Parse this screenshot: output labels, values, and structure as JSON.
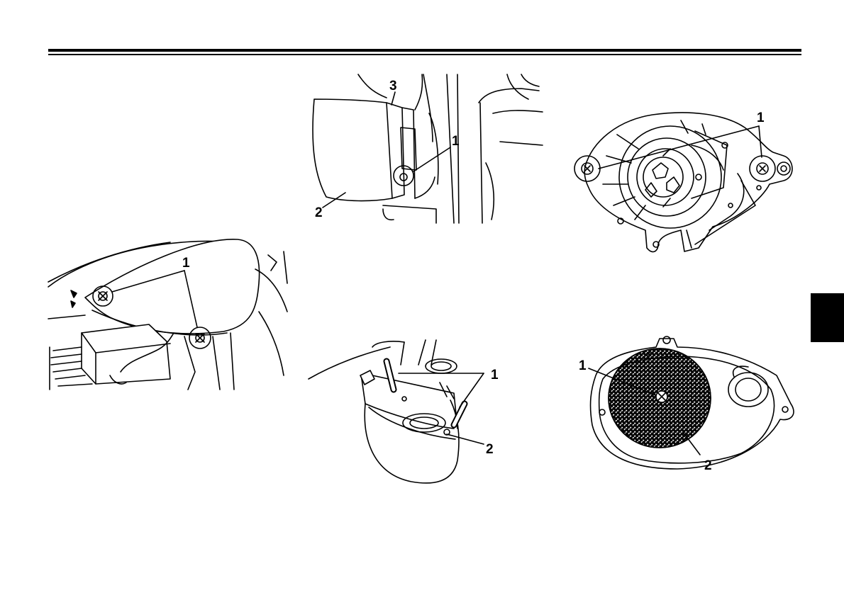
{
  "header": {
    "rule": "double-line"
  },
  "section_tab": {
    "color": "#000000"
  },
  "figures": [
    {
      "id": "air-box-side-cover",
      "callouts": [
        "1"
      ]
    },
    {
      "id": "intake-cover-side-view",
      "callouts": [
        "3",
        "1",
        "2"
      ]
    },
    {
      "id": "filter-case-cover-screws",
      "callouts": [
        "1"
      ]
    },
    {
      "id": "intake-cover-underside",
      "callouts": [
        "1",
        "2"
      ]
    },
    {
      "id": "filter-element-in-case",
      "callouts": [
        "1",
        "2"
      ]
    }
  ]
}
